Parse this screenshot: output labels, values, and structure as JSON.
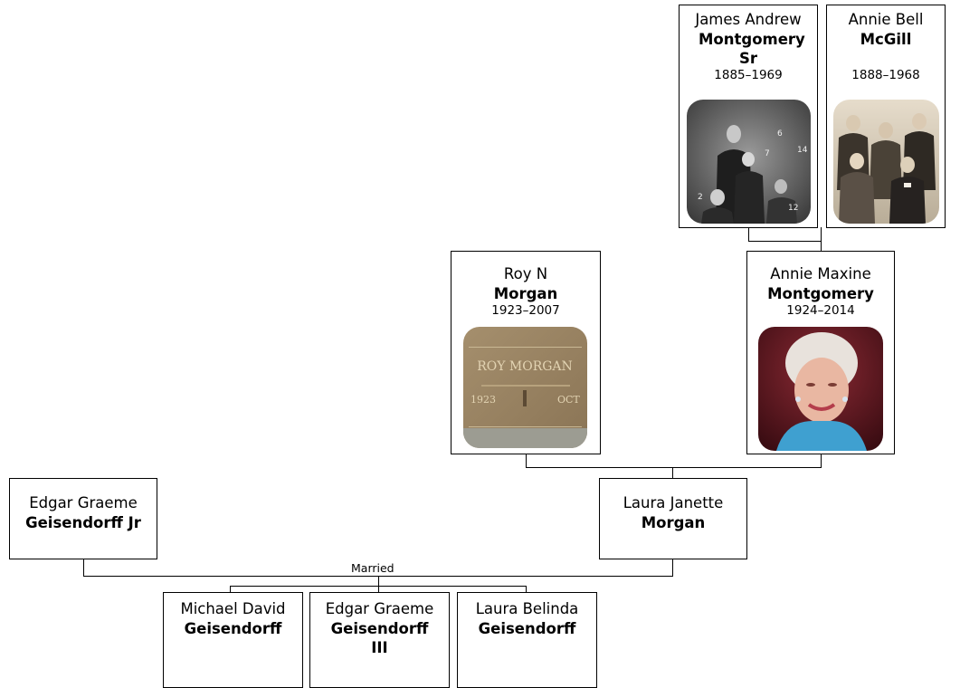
{
  "people": {
    "james": {
      "given": "James Andrew",
      "surname": "Montgomery Sr",
      "years": "1885–1969",
      "photo": "family-group-photo"
    },
    "annieb": {
      "given": "Annie Bell",
      "surname": "McGill",
      "years": "1888–1968",
      "photo": "family-group-photo"
    },
    "roy": {
      "given": "Roy N",
      "surname": "Morgan",
      "years": "1923–2007",
      "photo": "grave-marker-photo"
    },
    "maxine": {
      "given": "Annie Maxine",
      "surname": "Montgomery",
      "years": "1924–2014",
      "photo": "portrait-photo"
    },
    "edgar": {
      "given": "Edgar Graeme",
      "surname": "Geisendorff Jr"
    },
    "laura": {
      "given": "Laura Janette",
      "surname": "Morgan"
    },
    "michael": {
      "given": "Michael David",
      "surname": "Geisendorff"
    },
    "edgar3": {
      "given": "Edgar Graeme",
      "surname": "Geisendorff III"
    },
    "belinda": {
      "given": "Laura Belinda",
      "surname": "Geisendorff"
    }
  },
  "relationship_label": "Married",
  "photo_marker_text": {
    "james": [
      "6",
      "7",
      "14",
      "2",
      "12"
    ],
    "roy": [
      "ROY MORGAN",
      "1923",
      "OCT"
    ]
  }
}
